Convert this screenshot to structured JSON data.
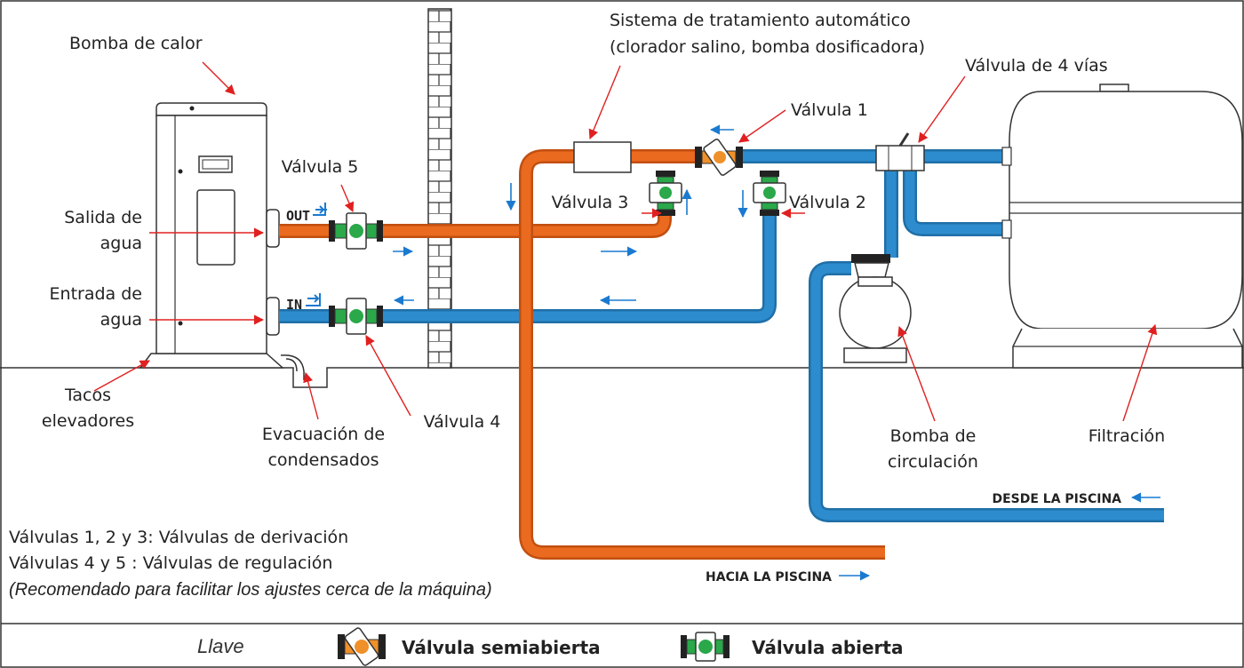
{
  "labels": {
    "heat_pump": "Bomba de calor",
    "water_out_1": "Salida de",
    "water_out_2": "agua",
    "water_in_1": "Entrada de",
    "water_in_2": "agua",
    "feet_1": "Tacos",
    "feet_2": "elevadores",
    "condensate_1": "Evacuación de",
    "condensate_2": "condensados",
    "valve_4": "Válvula 4",
    "valve_5": "Válvula 5",
    "valve_3": "Válvula 3",
    "valve_2": "Válvula 2",
    "valve_1": "Válvula 1",
    "treatment_1": "Sistema de tratamiento automático",
    "treatment_2": "(clorador salino, bomba dosificadora)",
    "four_way": "Válvula de 4 vías",
    "circ_pump_1": "Bomba de",
    "circ_pump_2": "circulación",
    "filtration": "Filtración",
    "from_pool": "DESDE LA PISCINA",
    "to_pool": "HACIA LA PISCINA",
    "out_tag": "OUT",
    "in_tag": "IN"
  },
  "notes": {
    "line1": "Válvulas 1, 2 y 3: Válvulas de derivación",
    "line2": "Válvulas 4 y 5 : Válvulas de regulación",
    "line3": "(Recomendado para facilitar los ajustes cerca de la máquina)"
  },
  "legend": {
    "key": "Llave",
    "half_open": "Válvula semiabierta",
    "open": "Válvula abierta"
  },
  "colors": {
    "hot_pipe": "#ea6a1f",
    "cold_pipe": "#2d8ccd",
    "arrow_red": "#e02020",
    "flow_arrow": "#1a7ad0",
    "valve_green": "#2aa84a",
    "valve_orange": "#f0902a"
  }
}
